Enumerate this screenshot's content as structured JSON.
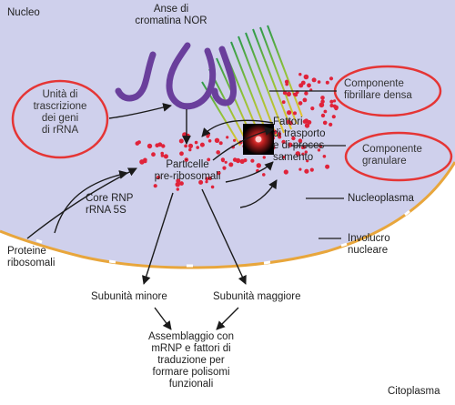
{
  "labels": {
    "nucleo": "Nucleo",
    "anse_1": "Anse di",
    "anse_2": "cromatina NOR",
    "unita_1": "Unità di",
    "unita_2": "trascrizione",
    "unita_3": "dei geni",
    "unita_4": "di rRNA",
    "fibrillare_1": "Componente",
    "fibrillare_2": "fibrillare densa",
    "fattori_1": "Fattori",
    "fattori_2": "di trasporto",
    "fattori_3": "e di proces-",
    "fattori_4": "samento",
    "granulare_1": "Componente",
    "granulare_2": "granulare",
    "particelle_1": "Particelle",
    "particelle_2": "pre-ribosomali",
    "core_1": "Core RNP",
    "core_2": "rRNA 5S",
    "nucleoplasma": "Nucleoplasma",
    "proteine_1": "Proteine",
    "proteine_2": "ribosomali",
    "involucro_1": "Involucro",
    "involucro_2": "nucleare",
    "subunita_minore": "Subunità minore",
    "subunita_maggiore": "Subunità maggiore",
    "assemblaggio_1": "Assemblaggio con",
    "assemblaggio_2": "mRNP e fattori di",
    "assemblaggio_3": "traduzione per",
    "assemblaggio_4": "formare polisomi",
    "assemblaggio_5": "funzionali",
    "citoplasma": "Citoplasma"
  },
  "colors": {
    "nucleus": "#cfd0ec",
    "envelope": "#e8a63c",
    "chromatin": "#6a3f9c",
    "granule": "#e0233a",
    "highlight": "#e53535",
    "arrow": "#1a1a1a"
  }
}
